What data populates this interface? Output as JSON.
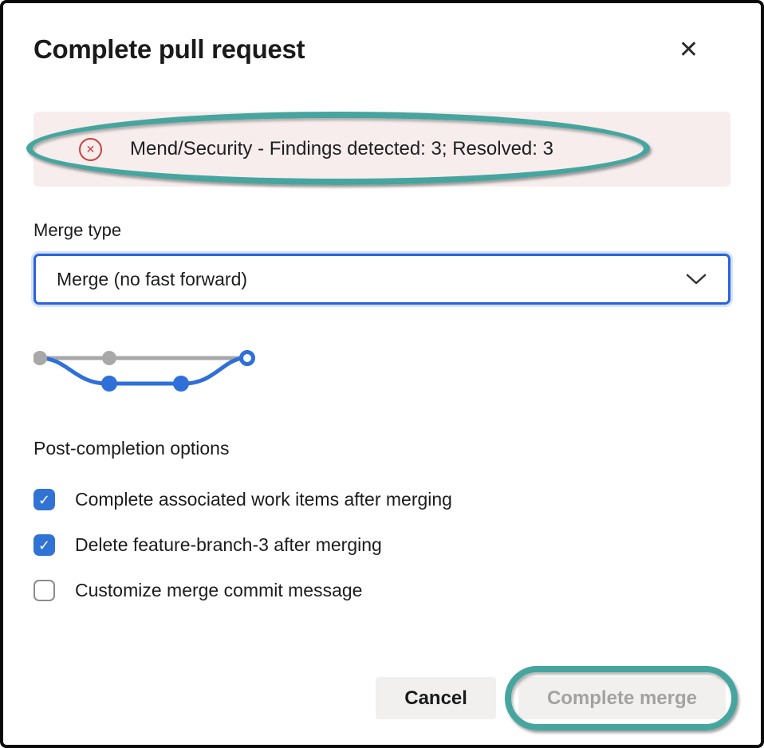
{
  "dialog": {
    "title": "Complete pull request"
  },
  "icons": {
    "close": "✕",
    "error_x": "✕",
    "check": "✓",
    "chevron_down": "chevron-down",
    "error_icon_name": "error-circle-x-icon"
  },
  "status_banner": {
    "severity": "error",
    "message": "Mend/Security - Findings detected: 3; Resolved: 3"
  },
  "merge_type": {
    "label": "Merge type",
    "selected_option": "Merge (no fast forward)"
  },
  "merge_diagram": {
    "name": "no-fast-forward-branch-graphic"
  },
  "post_completion": {
    "label": "Post-completion options",
    "options": [
      {
        "label": "Complete associated work items after merging",
        "checked": true
      },
      {
        "label": "Delete feature-branch-3 after merging",
        "checked": true
      },
      {
        "label": "Customize merge commit message",
        "checked": false
      }
    ]
  },
  "footer": {
    "cancel_label": "Cancel",
    "complete_label": "Complete merge",
    "complete_enabled": false
  },
  "annotations": {
    "shape": "teal-ellipse",
    "targets": [
      "status-banner-message",
      "complete-merge-button"
    ]
  },
  "colors": {
    "accent_blue": "#2a63d9",
    "focus_halo": "#d6e2f8",
    "checkbox_blue": "#3173d4",
    "banner_bg": "#f7eded",
    "error_red": "#c7423e",
    "annotation_teal": "#46a59e",
    "diagram_gray": "#a8a8a8",
    "diagram_blue": "#2f6fd8",
    "button_bg": "#f1f0ef",
    "disabled_text": "#a3a2a1",
    "text_dark": "#1b1b1b"
  }
}
